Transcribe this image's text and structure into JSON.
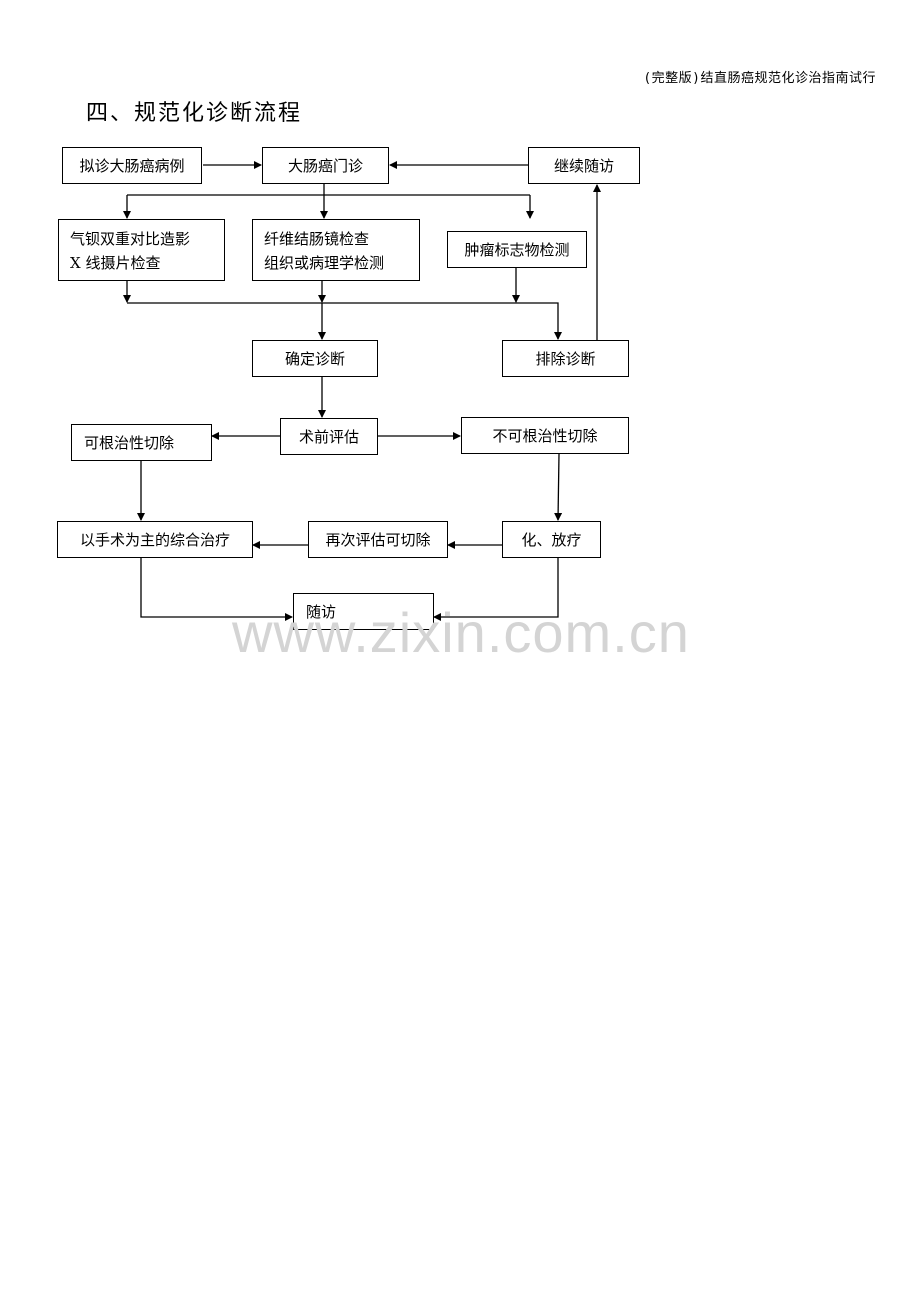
{
  "header": {
    "doc_title": "(完整版)结直肠癌规范化诊治指南试行"
  },
  "section": {
    "title": "四、规范化诊断流程"
  },
  "flow": {
    "suspected_case": "拟诊大肠癌病例",
    "clinic": "大肠癌门诊",
    "follow_up_continue": "继续随访",
    "barium_line1": "气钡双重对比造影",
    "barium_line2": "X 线摄片检查",
    "colonoscopy_line1": "纤维结肠镜检查",
    "colonoscopy_line2": "组织或病理学检测",
    "tumor_marker": "肿瘤标志物检测",
    "confirm_diagnosis": "确定诊断",
    "exclude_diagnosis": "排除诊断",
    "preop_assessment": "术前评估",
    "radical_resectable": "可根治性切除",
    "non_radical_resectable": "不可根治性切除",
    "surgery_based_treatment": "以手术为主的综合治疗",
    "reassess_resectable": "再次评估可切除",
    "chemo_radio": "化、放疗",
    "follow_up": "随访"
  },
  "watermark": {
    "text": "www.zixin.com.cn"
  }
}
